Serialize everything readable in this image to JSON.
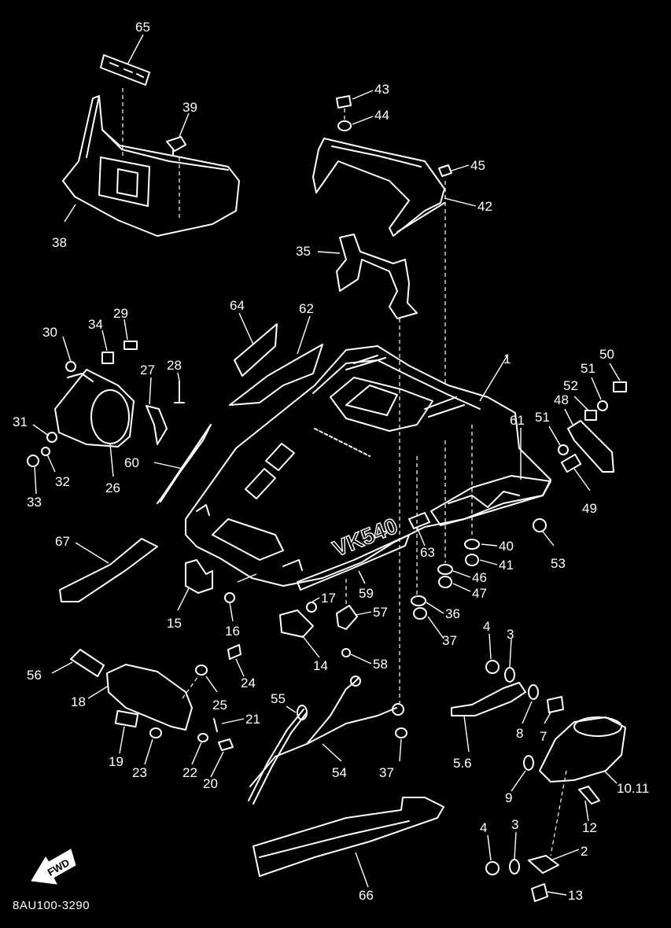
{
  "diagram_code": "8AU100-3290",
  "fwd_label": "FWD",
  "hood_model_text": "VK540",
  "callouts": [
    {
      "id": "c65",
      "label": "65"
    },
    {
      "id": "c39",
      "label": "39"
    },
    {
      "id": "c38",
      "label": "38"
    },
    {
      "id": "c43",
      "label": "43"
    },
    {
      "id": "c44",
      "label": "44"
    },
    {
      "id": "c45",
      "label": "45"
    },
    {
      "id": "c42",
      "label": "42"
    },
    {
      "id": "c35",
      "label": "35"
    },
    {
      "id": "c64",
      "label": "64"
    },
    {
      "id": "c62",
      "label": "62"
    },
    {
      "id": "c30",
      "label": "30"
    },
    {
      "id": "c34",
      "label": "34"
    },
    {
      "id": "c29",
      "label": "29"
    },
    {
      "id": "c27",
      "label": "27"
    },
    {
      "id": "c28",
      "label": "28"
    },
    {
      "id": "c31",
      "label": "31"
    },
    {
      "id": "c32",
      "label": "32"
    },
    {
      "id": "c33",
      "label": "33"
    },
    {
      "id": "c26",
      "label": "26"
    },
    {
      "id": "c60",
      "label": "60"
    },
    {
      "id": "c1",
      "label": "1"
    },
    {
      "id": "c50",
      "label": "50"
    },
    {
      "id": "c51a",
      "label": "51"
    },
    {
      "id": "c52",
      "label": "52"
    },
    {
      "id": "c48",
      "label": "48"
    },
    {
      "id": "c51b",
      "label": "51"
    },
    {
      "id": "c61",
      "label": "61"
    },
    {
      "id": "c49",
      "label": "49"
    },
    {
      "id": "c53",
      "label": "53"
    },
    {
      "id": "c67",
      "label": "67"
    },
    {
      "id": "c63",
      "label": "63"
    },
    {
      "id": "c40",
      "label": "40"
    },
    {
      "id": "c41",
      "label": "41"
    },
    {
      "id": "c46",
      "label": "46"
    },
    {
      "id": "c47",
      "label": "47"
    },
    {
      "id": "c15",
      "label": "15"
    },
    {
      "id": "c16",
      "label": "16"
    },
    {
      "id": "c59",
      "label": "59"
    },
    {
      "id": "c17",
      "label": "17"
    },
    {
      "id": "c57",
      "label": "57"
    },
    {
      "id": "c36",
      "label": "36"
    },
    {
      "id": "c37a",
      "label": "37"
    },
    {
      "id": "c14",
      "label": "14"
    },
    {
      "id": "c58",
      "label": "58"
    },
    {
      "id": "c4a",
      "label": "4"
    },
    {
      "id": "c3a",
      "label": "3"
    },
    {
      "id": "c56",
      "label": "56"
    },
    {
      "id": "c24",
      "label": "24"
    },
    {
      "id": "c18",
      "label": "18"
    },
    {
      "id": "c25",
      "label": "25"
    },
    {
      "id": "c55",
      "label": "55"
    },
    {
      "id": "c8",
      "label": "8"
    },
    {
      "id": "c7",
      "label": "7"
    },
    {
      "id": "c21",
      "label": "21"
    },
    {
      "id": "c19",
      "label": "19"
    },
    {
      "id": "c23",
      "label": "23"
    },
    {
      "id": "c22",
      "label": "22"
    },
    {
      "id": "c20",
      "label": "20"
    },
    {
      "id": "c54",
      "label": "54"
    },
    {
      "id": "c37b",
      "label": "37"
    },
    {
      "id": "c56b",
      "label": "5.6"
    },
    {
      "id": "c9",
      "label": "9"
    },
    {
      "id": "c1011",
      "label": "10.11"
    },
    {
      "id": "c12",
      "label": "12"
    },
    {
      "id": "c4b",
      "label": "4"
    },
    {
      "id": "c3b",
      "label": "3"
    },
    {
      "id": "c2",
      "label": "2"
    },
    {
      "id": "c66",
      "label": "66"
    },
    {
      "id": "c13",
      "label": "13"
    }
  ]
}
